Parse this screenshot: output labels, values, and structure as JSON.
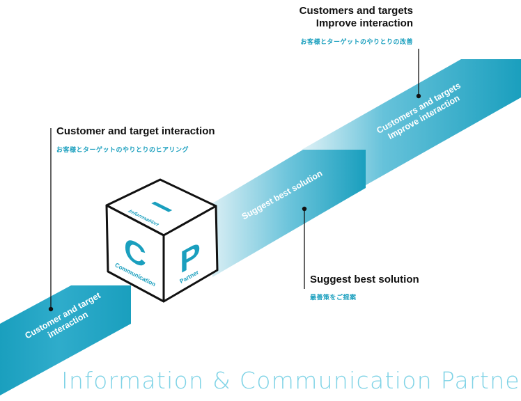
{
  "diagram": {
    "title": "Information & Communication Partner",
    "cube": {
      "letters": {
        "top": "I",
        "left": "C",
        "right": "P"
      },
      "face_words": {
        "top": "Information",
        "left": "Communication",
        "right": "Partner"
      }
    },
    "steps": [
      {
        "id": "step1",
        "band_label_line1": "Customer and target",
        "band_label_line2": "interaction",
        "title_line1": "Customer and target interaction",
        "title_line2": "",
        "subtitle": "お客様とターゲットのやりとりのヒアリング"
      },
      {
        "id": "step2",
        "band_label_line1": "Suggest best solution",
        "band_label_line2": "",
        "title_line1": "Suggest best solution",
        "title_line2": "",
        "subtitle": "最善策をご提案"
      },
      {
        "id": "step3",
        "band_label_line1": "Customers and  targets",
        "band_label_line2": "Improve interaction",
        "title_line1": "Customers and targets",
        "title_line2": "Improve interaction",
        "subtitle": "お客様とターゲットのやりとりの改善"
      }
    ],
    "colors": {
      "accent": "#1a9fbe",
      "band_light": "#d8eef4",
      "footer_text": "#7fd3e6",
      "cube_stroke": "#111111",
      "leader_line": "#111111"
    }
  }
}
